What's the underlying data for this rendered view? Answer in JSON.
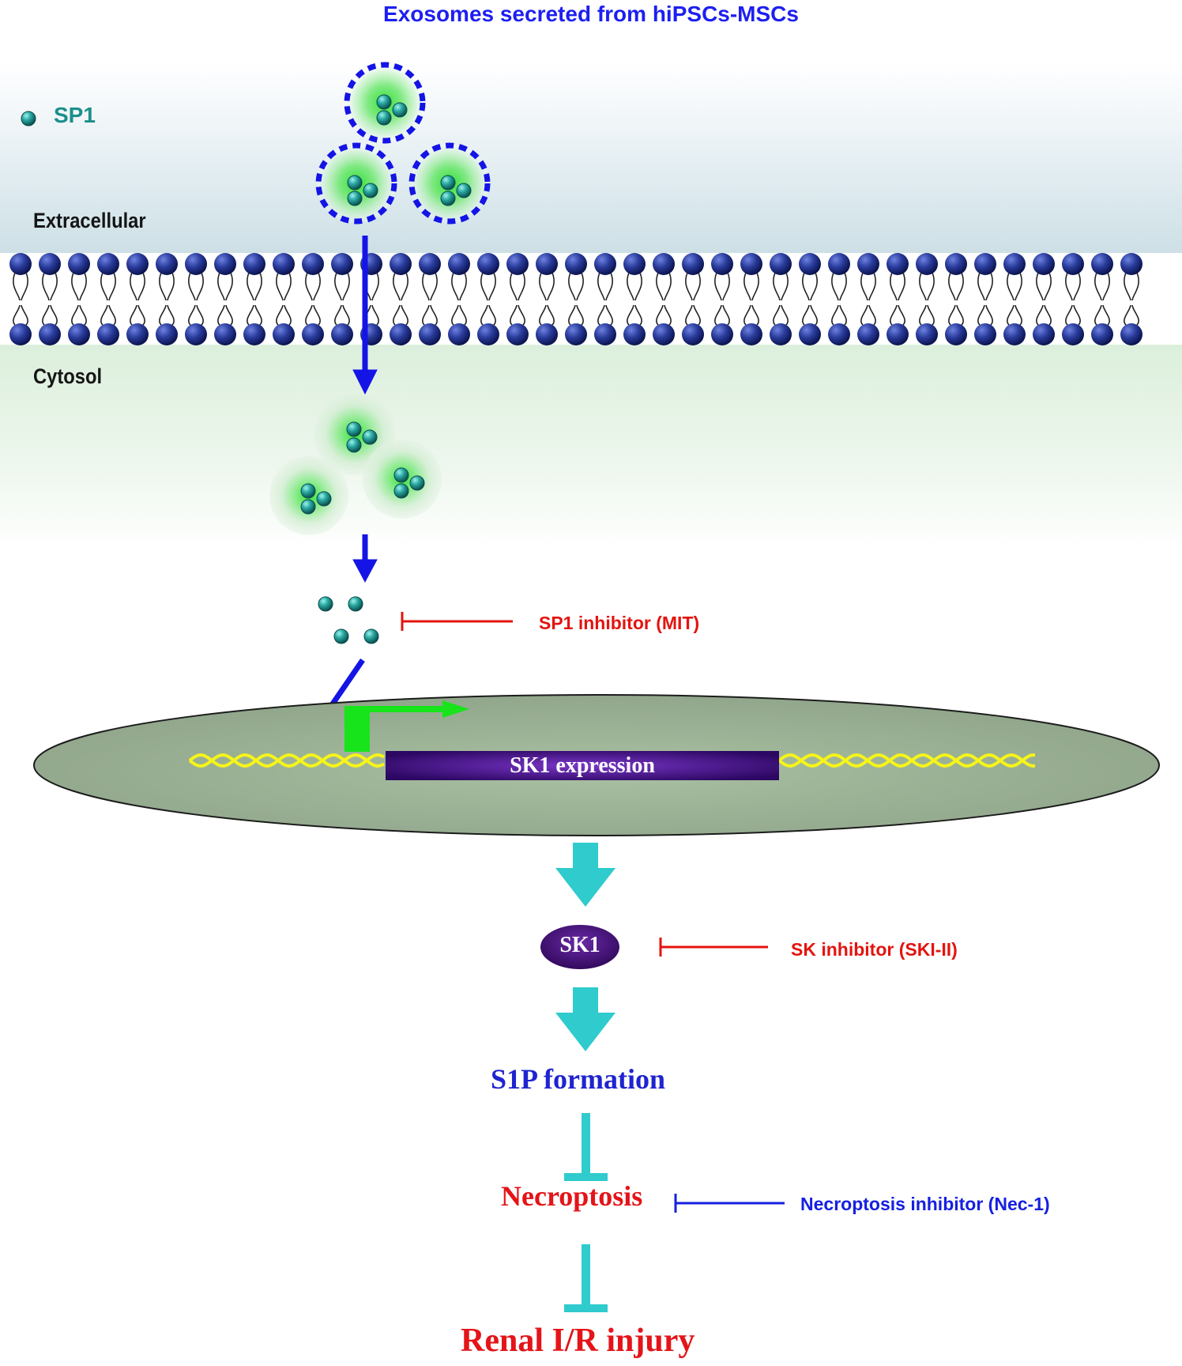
{
  "title": "Exosomes secreted from hiPSCs-MSCs",
  "legend": {
    "label": "SP1"
  },
  "regions": {
    "extracellular": "Extracellular",
    "cytosol": "Cytosol"
  },
  "nucleus": {
    "gene_label": "SK1 expression"
  },
  "protein": {
    "label": "SK1"
  },
  "product": {
    "label": "S1P formation"
  },
  "process": {
    "label": "Necroptosis"
  },
  "outcome": {
    "label": "Renal I/R injury"
  },
  "inhibitors": {
    "sp1": "SP1 inhibitor (MIT)",
    "sk": "SK inhibitor (SKI-II)",
    "necroptosis": "Necroptosis inhibitor (Nec-1)"
  },
  "colors": {
    "exosome_border": "#1414e6",
    "exosome_glow": "#39e43b",
    "sp1_particle": "#1f9c97",
    "membrane_head": "#1a2a86",
    "nucleus_fill": "#9bae94",
    "dna": "#f6f41a",
    "gene_box": "#3b0a74",
    "promoter": "#17e41a",
    "flow_arrow": "#2fcbcd",
    "inhibitor_red": "#e3140f",
    "inhibitor_blue": "#1520e0"
  }
}
